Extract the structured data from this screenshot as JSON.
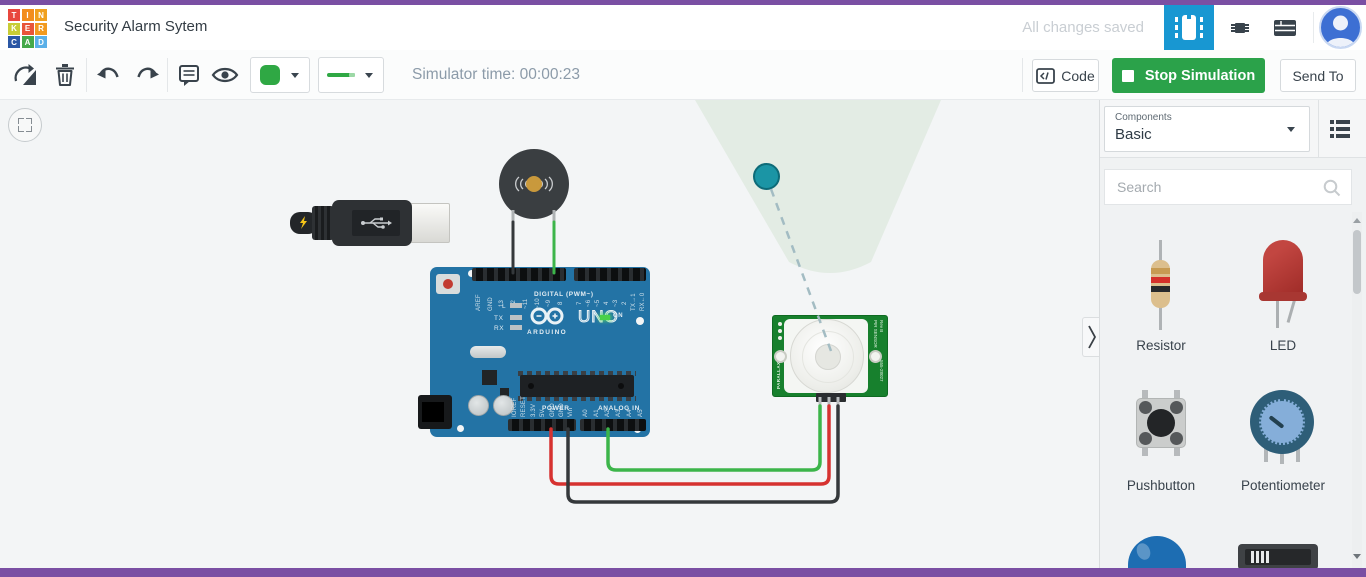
{
  "theme": {
    "purple": "#7A4FA3",
    "accent_blue": "#1897D2",
    "button_green": "#2BA24A",
    "canvas_bg": "#F3F5F6",
    "board_blue": "#2373A5",
    "pcb_green": "#17802D",
    "wire_red": "#D63230",
    "wire_black": "#34383B",
    "wire_green": "#3CB54A",
    "cone_green": "#E3ECE4",
    "motion_dot_teal": "#1B95A5"
  },
  "header": {
    "title": "Security Alarm Sytem",
    "autosave": "All changes saved",
    "logo_letters": [
      {
        "ch": "T",
        "bg": "#E8473E"
      },
      {
        "ch": "I",
        "bg": "#F28D1E"
      },
      {
        "ch": "N",
        "bg": "#F0A01F"
      },
      {
        "ch": "K",
        "bg": "#C8CC35"
      },
      {
        "ch": "E",
        "bg": "#E85539"
      },
      {
        "ch": "R",
        "bg": "#F29A1F"
      },
      {
        "ch": "C",
        "bg": "#2B57A5"
      },
      {
        "ch": "A",
        "bg": "#46A94A"
      },
      {
        "ch": "D",
        "bg": "#5BB0E8"
      }
    ]
  },
  "toolbar": {
    "simulator_time": "Simulator time: 00:00:23",
    "code_label": "Code",
    "stop_label": "Stop Simulation",
    "send_to_label": "Send To"
  },
  "sidebar": {
    "components_label": "Components",
    "category_value": "Basic",
    "search_placeholder": "Search",
    "items": [
      {
        "label": "Resistor"
      },
      {
        "label": "LED"
      },
      {
        "label": "Pushbutton"
      },
      {
        "label": "Potentiometer"
      }
    ]
  },
  "canvas": {
    "arduino": {
      "brand": "ARDUINO",
      "model": "UNO",
      "digital_label": "DIGITAL (PWM~)",
      "power_label": "POWER",
      "analog_label": "ANALOG IN",
      "on_label": "ON",
      "led_labels": [
        "L",
        "TX",
        "RX"
      ],
      "digital_pins": [
        "AREF",
        "GND",
        "13",
        "12",
        "~11",
        "~10",
        "~9",
        "8",
        "7",
        "~6",
        "~5",
        "4",
        "~3",
        "2",
        "TX→1",
        "RX←0"
      ],
      "power_pins": [
        "IOREF",
        "RESET",
        "3.3V",
        "5V",
        "GND",
        "GND",
        "Vin"
      ],
      "analog_pins": [
        "A0",
        "A1",
        "A2",
        "A3",
        "A4",
        "A5"
      ]
    },
    "pir": {
      "brand": "PARALLAX",
      "title": "PIR SENSOR",
      "rev": "Rev B",
      "part_number": "555-28027"
    }
  }
}
